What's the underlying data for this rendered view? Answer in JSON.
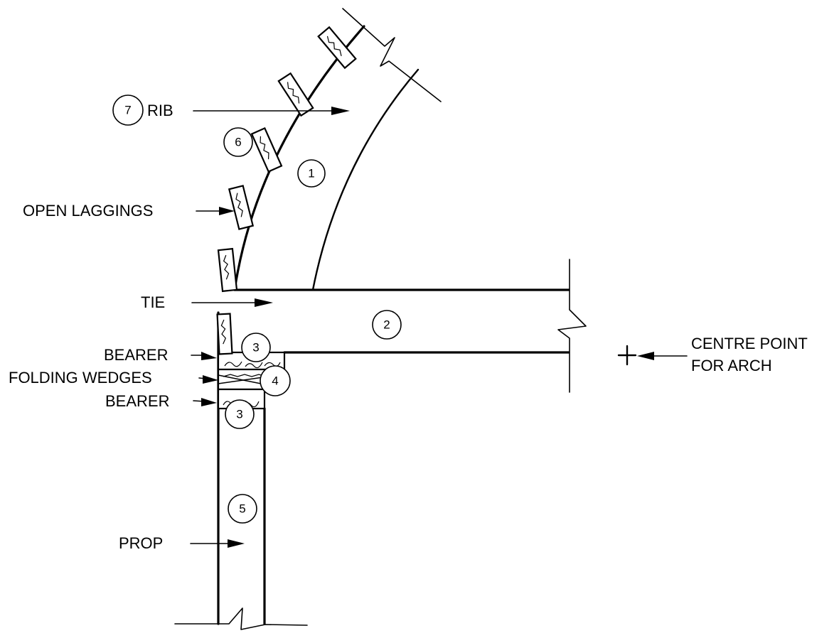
{
  "labels": {
    "rib": "RIB",
    "open_laggings": "OPEN LAGGINGS",
    "tie": "TIE",
    "bearer_top": "BEARER",
    "folding_wedges": "FOLDING WEDGES",
    "bearer_bottom": "BEARER",
    "prop": "PROP",
    "centre_point_line1": "CENTRE POINT",
    "centre_point_line2": "FOR ARCH"
  },
  "markers": {
    "rib_part": "1",
    "tie_part": "2",
    "bearer_top": "3",
    "bearer_bottom": "3",
    "folding_wedges": "4",
    "prop_part": "5",
    "laggings": "6",
    "rib_key": "7"
  }
}
